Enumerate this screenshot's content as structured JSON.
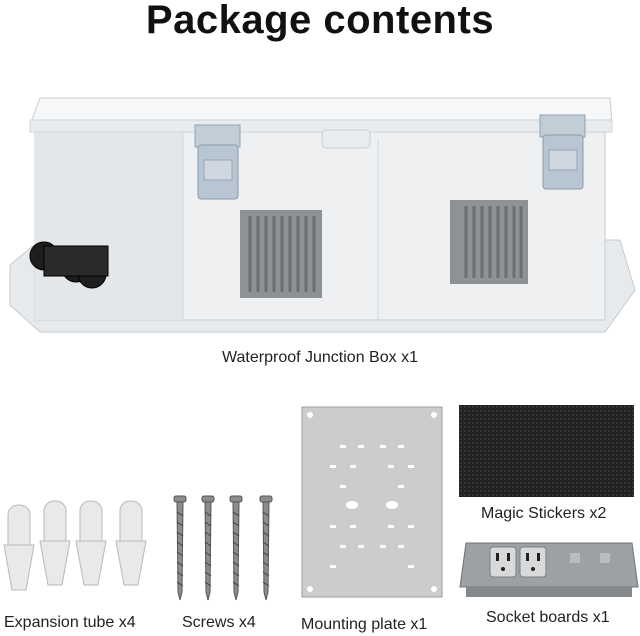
{
  "page": {
    "title": "Package contents"
  },
  "items": {
    "junction_box": {
      "label": "Waterproof Junction Box x1"
    },
    "expansion_tube": {
      "label": "Expansion tube x4"
    },
    "screws": {
      "label": "Screws x4"
    },
    "mounting_plate": {
      "label": "Mounting plate x1"
    },
    "magic_stickers": {
      "label": "Magic Stickers x2"
    },
    "socket_boards": {
      "label": "Socket boards x1"
    }
  },
  "colors": {
    "box_body": "#eef0f1",
    "latch": "#b8c6d3",
    "vent": "#8e9296",
    "plate": "#c8c9ca",
    "sticker": "#222222"
  }
}
